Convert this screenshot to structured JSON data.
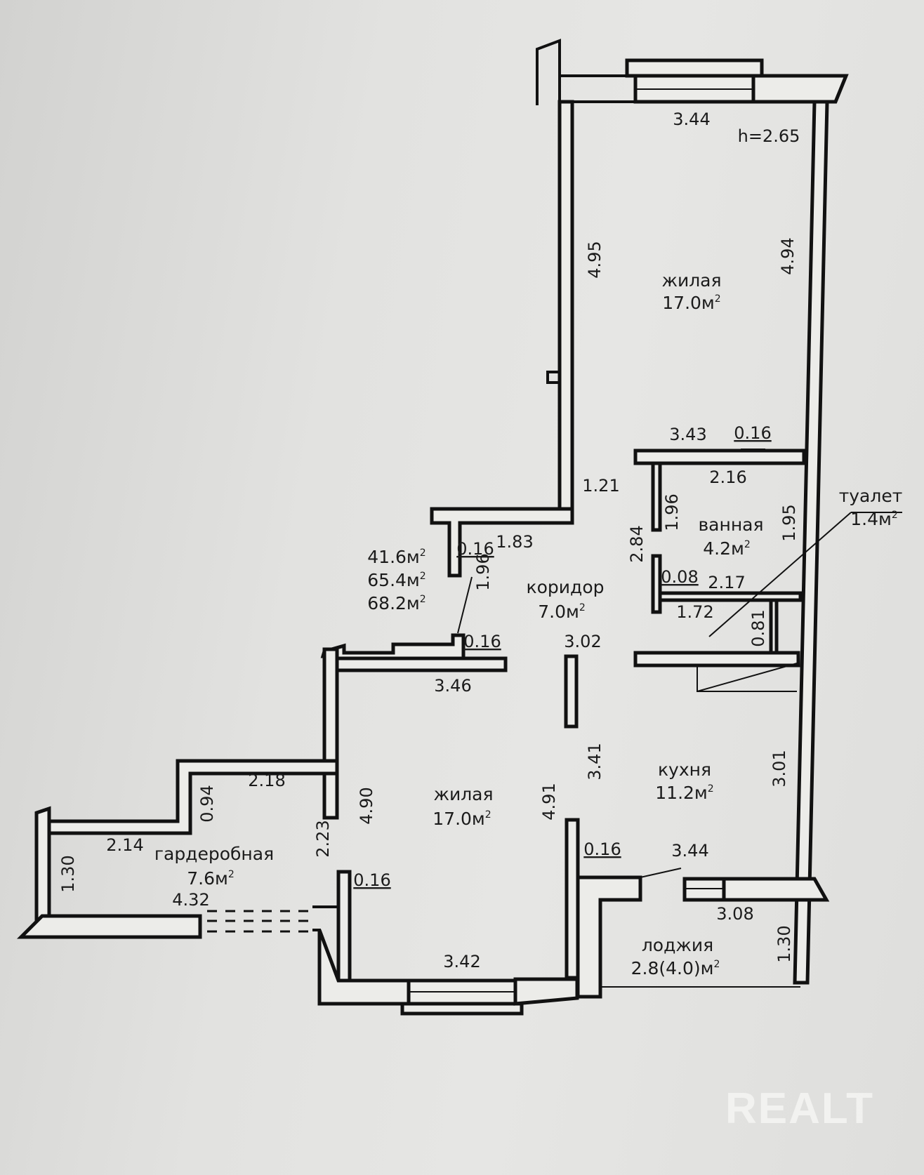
{
  "plan": {
    "ceiling_height": "h=2.65",
    "total_areas": [
      "41.6м",
      "65.4м",
      "68.2м"
    ],
    "area_unit_sup": "2",
    "rooms": [
      {
        "name": "жилая",
        "area": "17.0м"
      },
      {
        "name": "ванная",
        "area": "4.2м"
      },
      {
        "name": "туалет",
        "area": "1.4м"
      },
      {
        "name": "коридор",
        "area": "7.0м"
      },
      {
        "name": "кухня",
        "area": "11.2м"
      },
      {
        "name": "жилая",
        "area": "17.0м"
      },
      {
        "name": "гардеробная",
        "area": "7.6м"
      },
      {
        "name": "лоджия",
        "area": "2.8(4.0)м"
      }
    ],
    "dimensions": {
      "top_bedroom_width": "3.44",
      "top_bedroom_left": "4.95",
      "top_bedroom_right": "4.94",
      "top_bedroom_bottom": "3.43",
      "wall_016_a": "0.16",
      "bath_top": "2.16",
      "bath_left": "1.96",
      "bath_right": "1.95",
      "bath_height": "2.84",
      "wall_008": "0.08",
      "bath_bottom": "2.17",
      "toilet_width": "1.72",
      "toilet_height": "0.81",
      "corridor_121": "1.21",
      "corridor_183": "1.83",
      "wall_016_b": "0.16",
      "corridor_196": "1.96",
      "wall_016_c": "0.16",
      "corridor_302": "3.02",
      "corridor_346": "3.46",
      "corridor_341": "3.41",
      "kitchen_right": "3.01",
      "living_left": "4.90",
      "living_right": "4.91",
      "living_bottom": "3.42",
      "wall_016_d": "0.16",
      "wall_016_e": "0.16",
      "kitchen_bottom": "3.44",
      "loggia_top": "3.08",
      "loggia_right": "1.30",
      "wardrobe_218": "2.18",
      "wardrobe_094": "0.94",
      "wardrobe_214": "2.14",
      "wardrobe_130": "1.30",
      "wardrobe_223": "2.23",
      "wardrobe_432": "4.32"
    }
  },
  "watermark": "REALT"
}
